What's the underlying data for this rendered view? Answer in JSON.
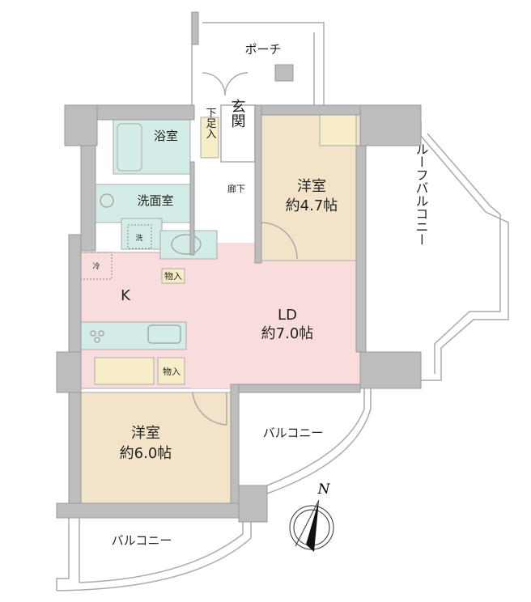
{
  "labels": {
    "porch": "ポーチ",
    "bathroom": "浴室",
    "shoe_storage": "下足入",
    "entrance": "玄関",
    "hallway": "廊下",
    "washroom": "洗面室",
    "washer": "洗",
    "fridge": "冷",
    "kitchen": "K",
    "storage1": "物入",
    "storage2": "物入",
    "western_room1_name": "洋室",
    "western_room1_size": "約4.7帖",
    "ld_name": "LD",
    "ld_size": "約7.0帖",
    "western_room2_name": "洋室",
    "western_room2_size": "約6.0帖",
    "balcony_right": "バルコニー",
    "balcony_bottom": "バルコニー",
    "roof_balcony": "ルーフバルコニー",
    "compass_north": "N"
  },
  "colors": {
    "wet_area": "#d4ece7",
    "western_room": "#f3e3c9",
    "living": "#f8dddc",
    "storage": "#f7eec9",
    "wall": "#bdbdbd"
  }
}
